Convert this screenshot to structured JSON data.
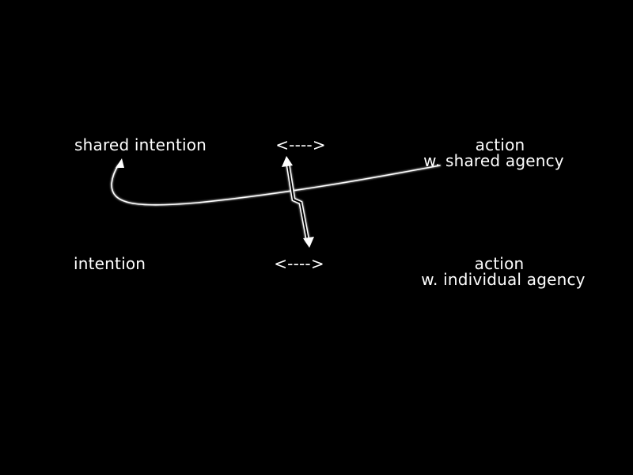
{
  "top_row": {
    "left": "shared intention",
    "connector": "<---->",
    "right_line1": "action",
    "right_line2": "w. shared agency"
  },
  "bottom_row": {
    "left": "intention",
    "connector": "<---->",
    "right_line1": "action",
    "right_line2": "w. individual agency"
  },
  "colors": {
    "background": "#000000",
    "text": "#ffffff",
    "arrow": "#ffffff"
  }
}
